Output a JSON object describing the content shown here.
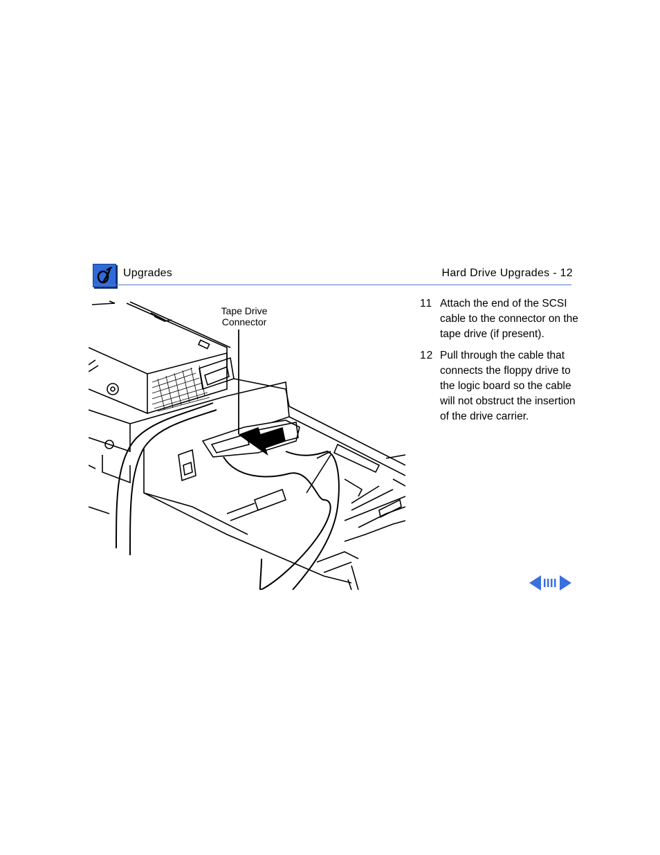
{
  "header": {
    "section": "Upgrades",
    "page_title": "Hard Drive Upgrades -  12"
  },
  "figure": {
    "callout": "Tape Drive Connector"
  },
  "steps": [
    {
      "number": "11",
      "text": "Attach the end of the SCSI cable to the connector on the tape drive (if present)."
    },
    {
      "number": "12",
      "text": "Pull through the cable that connects the floppy drive to the logic board so the cable will not obstruct the insertion of the drive carrier."
    }
  ],
  "colors": {
    "accent": "#2e6bd9",
    "rule": "#4a78c9",
    "nav": "#3a6fe0"
  },
  "icons": {
    "logo": "apple-service-logo-icon",
    "previous": "arrow-left-icon",
    "next": "arrow-right-icon",
    "index": "index-bars-icon"
  }
}
